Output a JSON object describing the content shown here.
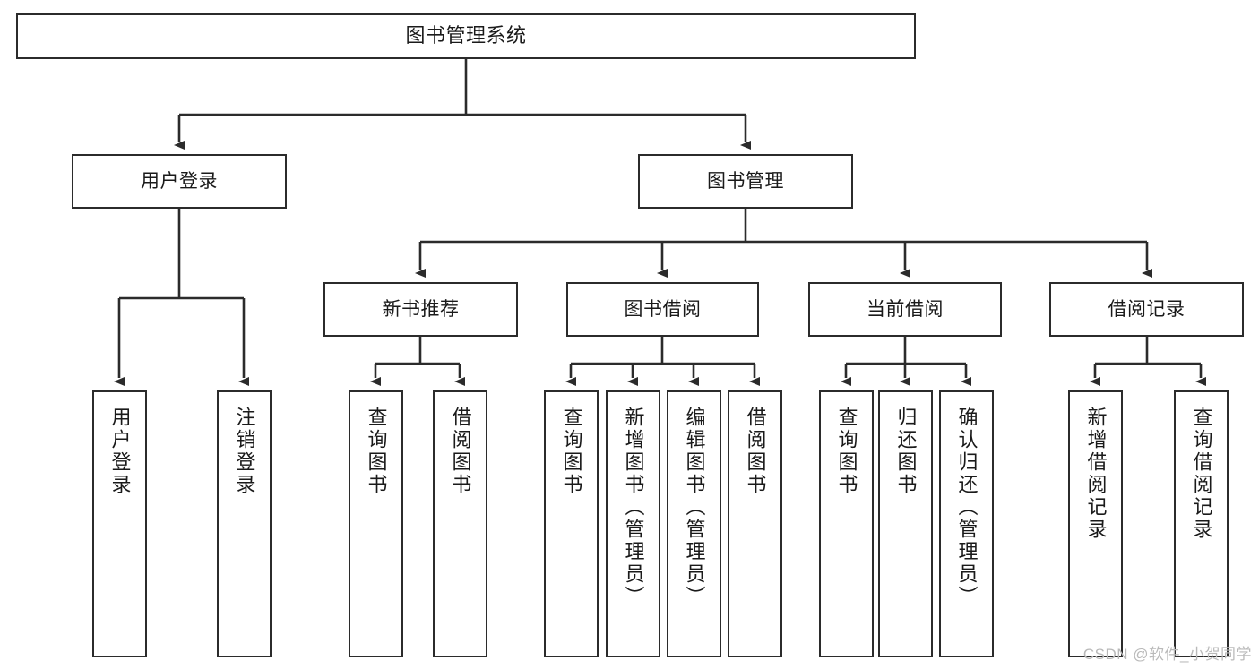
{
  "diagram": {
    "type": "tree-hierarchy-chart",
    "title": "图书管理系统",
    "stroke_color": "#2b2b2b",
    "fill_color": "#ffffff",
    "text_color": "#1a1a1a",
    "nodes": {
      "root": {
        "label": "图书管理系统"
      },
      "level2": [
        {
          "label": "用户登录"
        },
        {
          "label": "图书管理"
        }
      ],
      "level3": [
        {
          "label": "新书推荐"
        },
        {
          "label": "图书借阅"
        },
        {
          "label": "当前借阅"
        },
        {
          "label": "借阅记录"
        }
      ],
      "leaves": {
        "user_login": [
          {
            "label": "用户登录"
          },
          {
            "label": "注销登录"
          }
        ],
        "new_book_recommend": [
          {
            "label": "查询图书"
          },
          {
            "label": "借阅图书"
          }
        ],
        "book_borrow": [
          {
            "label": "查询图书"
          },
          {
            "label": "新增图书（管理员）"
          },
          {
            "label": "编辑图书（管理员）"
          },
          {
            "label": "借阅图书"
          }
        ],
        "current_borrow": [
          {
            "label": "查询图书"
          },
          {
            "label": "归还图书"
          },
          {
            "label": "确认归还（管理员）"
          }
        ],
        "borrow_records": [
          {
            "label": "新增借阅记录"
          },
          {
            "label": "查询借阅记录"
          }
        ]
      }
    }
  },
  "watermark": {
    "text": "CSDN @软件_小贺同学"
  }
}
